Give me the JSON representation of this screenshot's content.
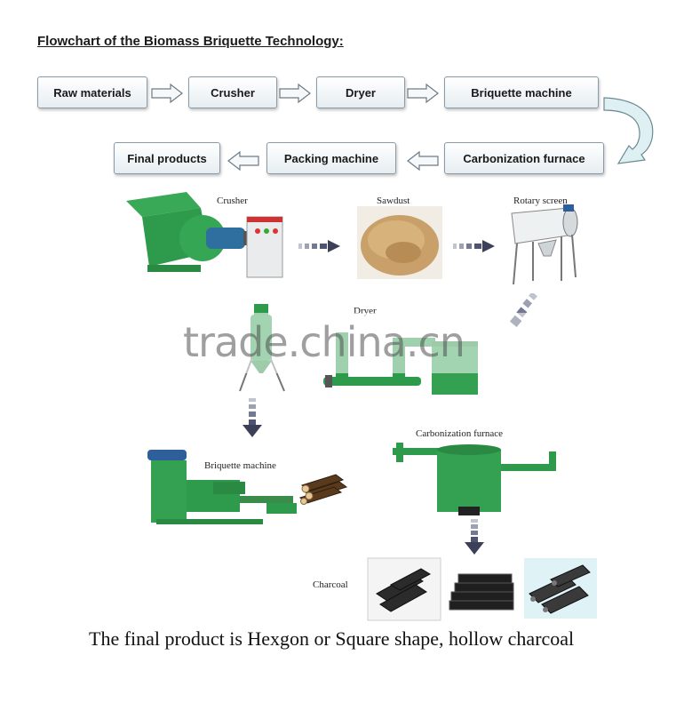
{
  "title": "Flowchart of the Biomass Briquette Technology:",
  "flow_boxes": {
    "raw_materials": "Raw materials",
    "crusher": "Crusher",
    "dryer": "Dryer",
    "briquette_machine": "Briquette machine",
    "carbonization_furnace": "Carbonization furnace",
    "packing_machine": "Packing machine",
    "final_products": "Final products"
  },
  "photo_labels": {
    "crusher": "Crusher",
    "sawdust": "Sawdust",
    "rotary_screen": "Rotary screen",
    "dryer": "Dryer",
    "briquette_machine": "Briquette machine",
    "carbonization_furnace": "Carbonization furnace",
    "charcoal": "Charcoal"
  },
  "caption": "The final product is Hexgon or Square shape, hollow charcoal",
  "watermark": "trade.china.cn",
  "colors": {
    "machine_green": "#2e9a4c",
    "box_border": "#8a9aa6",
    "arrow_dark": "#3b3f58"
  }
}
